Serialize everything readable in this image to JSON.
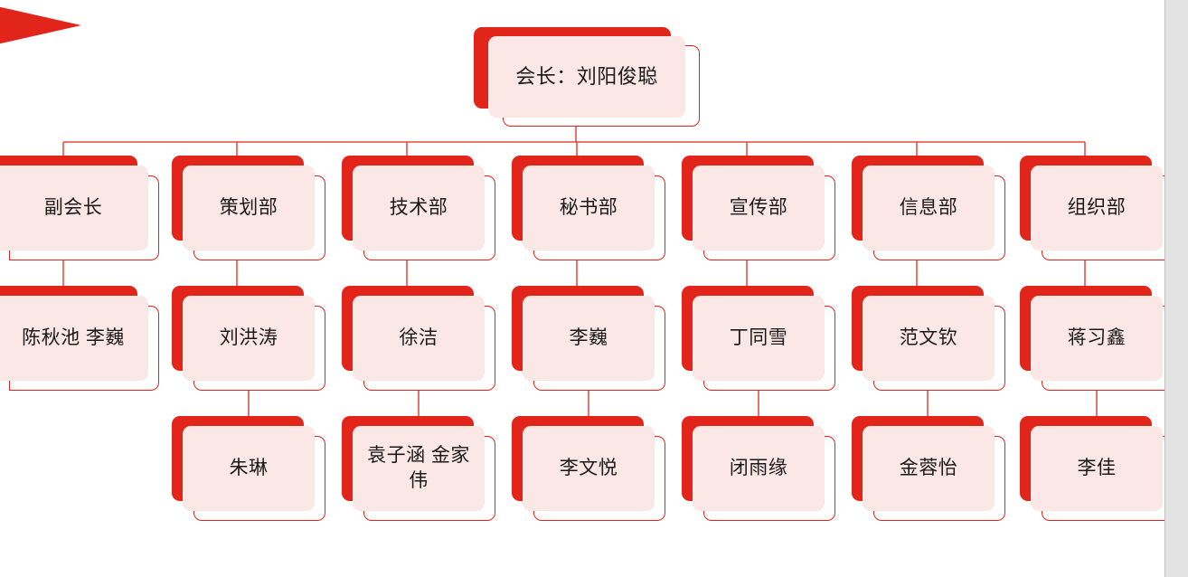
{
  "slide": {
    "background_color": "#FFFFFF",
    "accent_color": "#E1251B",
    "node_fill_color": "#FBE7E6",
    "node_text_color": "#1A1A1A",
    "gutter_color": "#E3E3E3",
    "decor": {
      "corner_arrow": "red-right-arrow",
      "right_gutter": "gray-edge-band"
    }
  },
  "chart": {
    "type": "org-chart",
    "root": {
      "label": "会长：刘阳俊聪"
    },
    "columns": [
      {
        "head": "副会长",
        "members": [
          "陈秋池 李巍"
        ],
        "third": null
      },
      {
        "head": "策划部",
        "members": [
          "刘洪涛"
        ],
        "third": "朱琳"
      },
      {
        "head": "技术部",
        "members": [
          "徐洁"
        ],
        "third": "袁子涵 金家伟"
      },
      {
        "head": "秘书部",
        "members": [
          "李巍"
        ],
        "third": "李文悦"
      },
      {
        "head": "宣传部",
        "members": [
          "丁同雪"
        ],
        "third": "闭雨缘"
      },
      {
        "head": "信息部",
        "members": [
          "范文钦"
        ],
        "third": "金蓉怡"
      },
      {
        "head": "组织部",
        "members": [
          "蒋习鑫"
        ],
        "third": "李佳"
      }
    ]
  },
  "nodes": {
    "root": "会长：刘阳俊聪",
    "dept_0": "副会长",
    "dept_1": "策划部",
    "dept_2": "技术部",
    "dept_3": "秘书部",
    "dept_4": "宣传部",
    "dept_5": "信息部",
    "dept_6": "组织部",
    "member_0": "陈秋池 李巍",
    "member_1": "刘洪涛",
    "member_2": "徐洁",
    "member_3": "李巍",
    "member_4": "丁同雪",
    "member_5": "范文钦",
    "member_6": "蒋习鑫",
    "third_1": "朱琳",
    "third_2": "袁子涵 金家伟",
    "third_3": "李文悦",
    "third_4": "闭雨缘",
    "third_5": "金蓉怡",
    "third_6": "李佳"
  }
}
